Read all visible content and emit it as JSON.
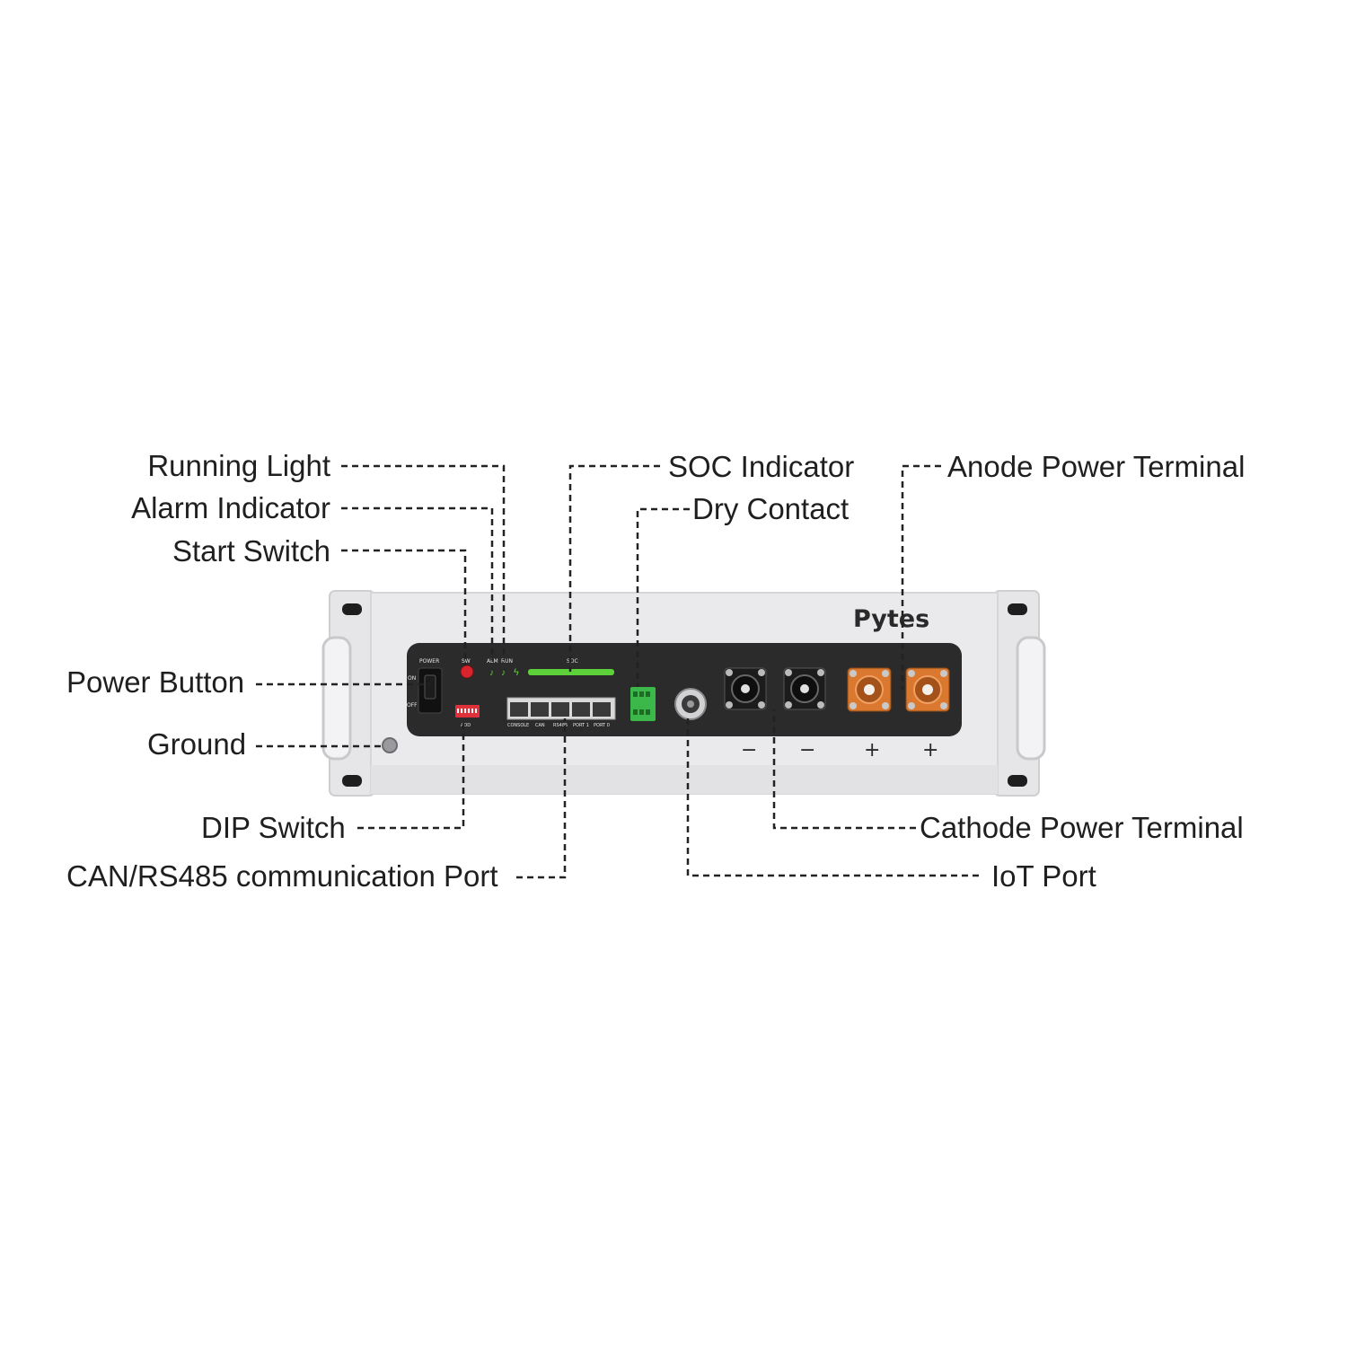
{
  "brand": {
    "logo_text": "Pytes"
  },
  "callouts": {
    "running_light": "Running Light",
    "alarm_indicator": "Alarm Indicator",
    "start_switch": "Start Switch",
    "power_button": "Power Button",
    "ground": "Ground",
    "dip_switch": "DIP Switch",
    "can_rs485_port": "CAN/RS485 communication Port",
    "soc_indicator": "SOC Indicator",
    "dry_contact": "Dry Contact",
    "anode_power_terminal": "Anode Power Terminal",
    "cathode_power_terminal": "Cathode Power Terminal",
    "iot_port": "IoT Port"
  },
  "panel_labels": {
    "power": "POWER",
    "on": "ON",
    "off": "OFF",
    "sw": "SW",
    "alm": "ALM",
    "run": "RUN",
    "soc": "SOC",
    "add": "ADD",
    "ports": [
      "CONSOLE",
      "CAN",
      "RS485",
      "PORT 1",
      "PORT 0"
    ]
  },
  "terminal_signs": [
    "−",
    "−",
    "+",
    "+"
  ],
  "colors": {
    "chassis": "#eaeaec",
    "panel": "#2b2b2b",
    "terminal_negative": "#1c1c1c",
    "terminal_positive": "#d9782e",
    "soc_bar": "#5dd13a",
    "dry_contact": "#3cb84a",
    "alarm_red": "#d8242c",
    "dip_red": "#e0303a"
  }
}
